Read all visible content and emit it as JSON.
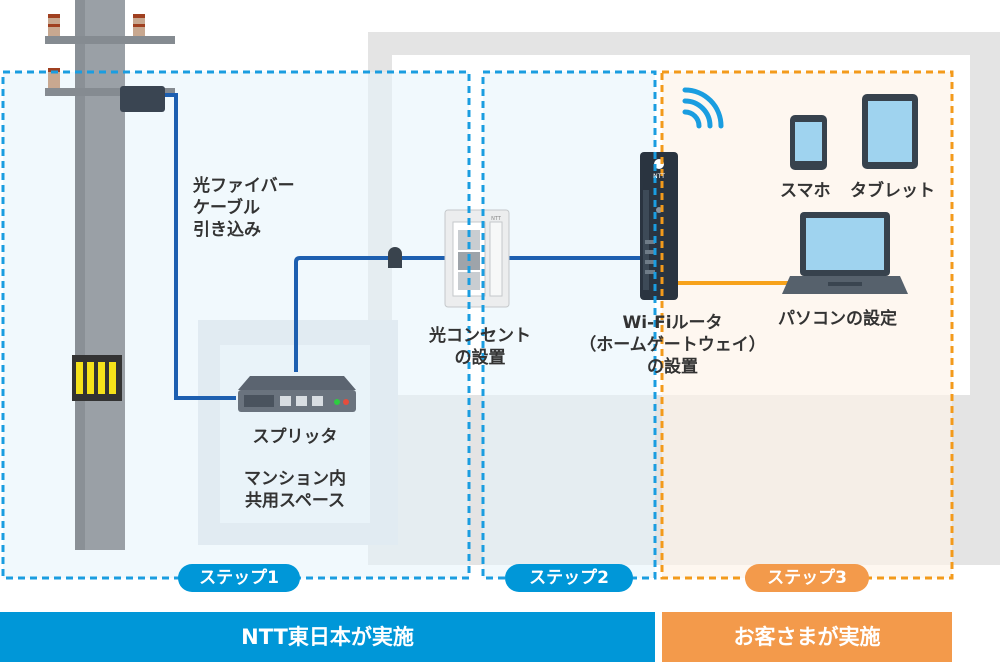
{
  "colors": {
    "ntt_blue": "#0097d8",
    "customer_orange": "#f39a4b",
    "fiber": "#1d5fb0",
    "ethernet": "#f7a21b"
  },
  "labels": {
    "fiber_cable": "光ファイバー\nケーブル\n引き込み",
    "splitter": "スプリッタ",
    "shared_space": "マンション内\n共用スペース",
    "optical_outlet": "光コンセント\nの設置",
    "router": "Wi-Fiルータ\n（ホームゲートウェイ）\nの設置",
    "smartphone": "スマホ",
    "tablet": "タブレット",
    "pc": "パソコンの設定"
  },
  "steps": [
    "ステップ1",
    "ステップ2",
    "ステップ3"
  ],
  "bars": {
    "ntt": "NTT東日本が実施",
    "customer": "お客さまが実施"
  },
  "icons": {
    "router_brand": "NTT",
    "outlet_brand": "NTT"
  }
}
